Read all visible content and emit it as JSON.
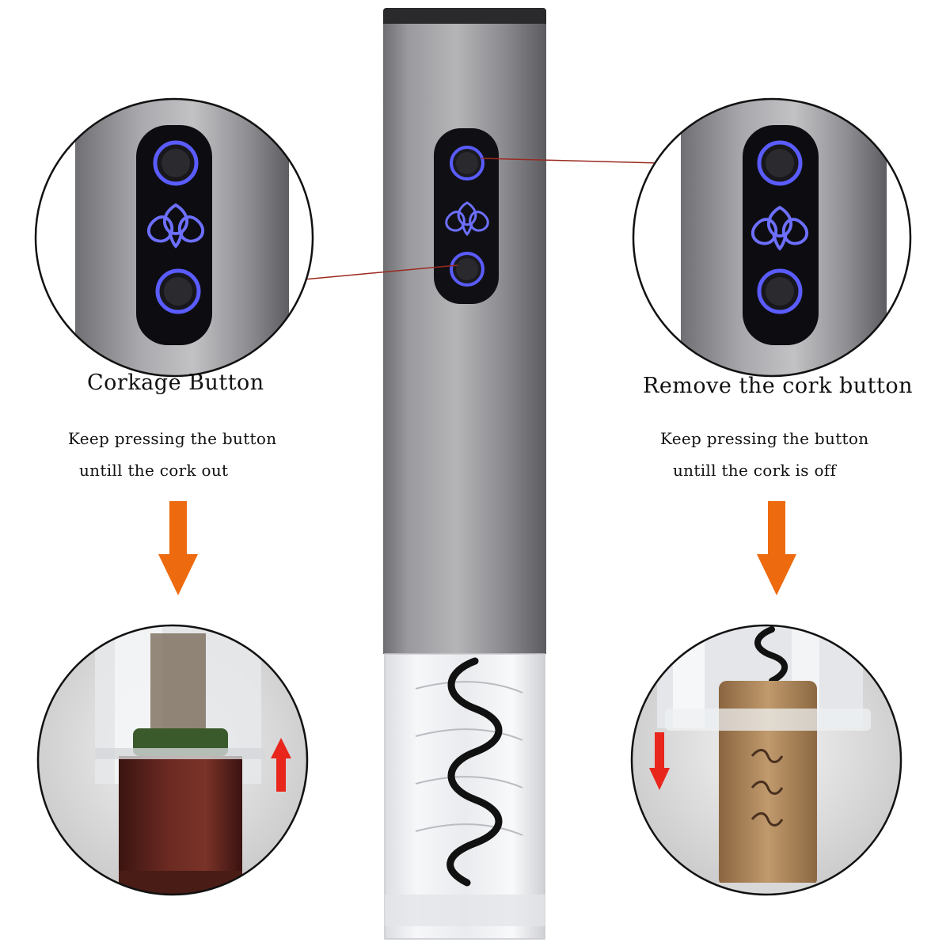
{
  "left": {
    "title": "Corkage Button",
    "desc_line1": "Keep pressing  the button",
    "desc_line2": "untill the  cork out"
  },
  "right": {
    "title": "Remove the cork button",
    "desc_line1": "Keep pressing  the button",
    "desc_line2": "untill the  cork is  off"
  },
  "colors": {
    "arrow_orange": "#ee6a0e",
    "arrow_red": "#e8261c",
    "button_glow": "#5a5cff",
    "leader_line": "#9a2a20",
    "body_silver": "#8f8f93",
    "cork": "#b08a5e"
  },
  "icons": {
    "up_arrow": "arrow-up-icon",
    "down_arrow": "arrow-down-icon",
    "flower": "flower-logo-icon"
  }
}
